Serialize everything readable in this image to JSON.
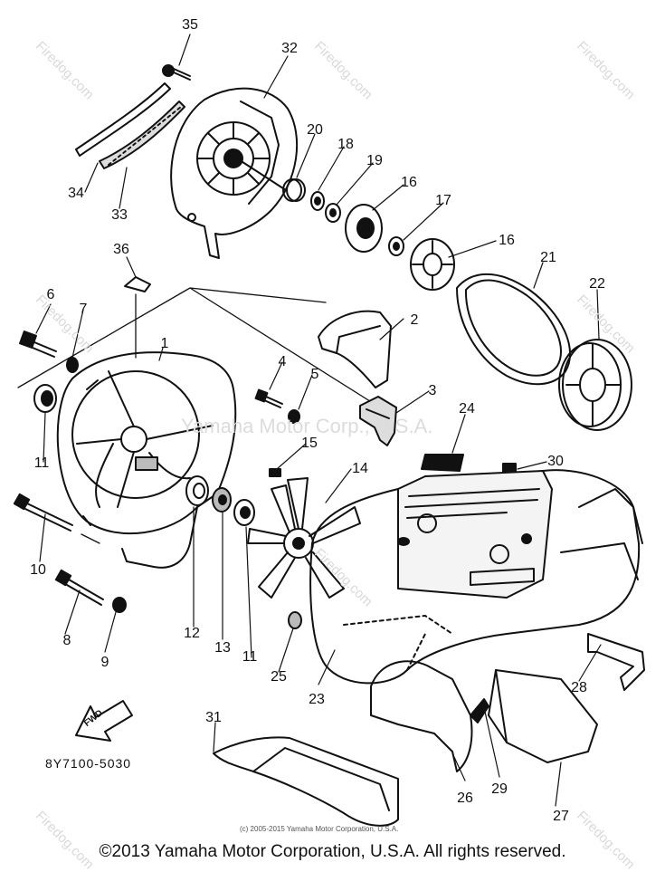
{
  "diagram": {
    "part_numbers": [
      "35",
      "32",
      "34",
      "33",
      "20",
      "18",
      "19",
      "16",
      "17",
      "16",
      "21",
      "22",
      "36",
      "6",
      "7",
      "1",
      "2",
      "4",
      "5",
      "3",
      "24",
      "11",
      "15",
      "14",
      "30",
      "10",
      "8",
      "9",
      "12",
      "13",
      "11",
      "25",
      "23",
      "28",
      "31",
      "26",
      "29",
      "27"
    ],
    "model_code": "8Y7100-5030",
    "fwd_label": "FWD",
    "watermark_site": "Firedog.com",
    "watermark_company": "Yamaha Motor Corp., U.S.A.",
    "small_copyright": "(c) 2005-2015 Yamaha Motor Corporation, U.S.A."
  },
  "footer": {
    "copyright": "©2013 Yamaha Motor Corporation, U.S.A. All rights reserved."
  }
}
